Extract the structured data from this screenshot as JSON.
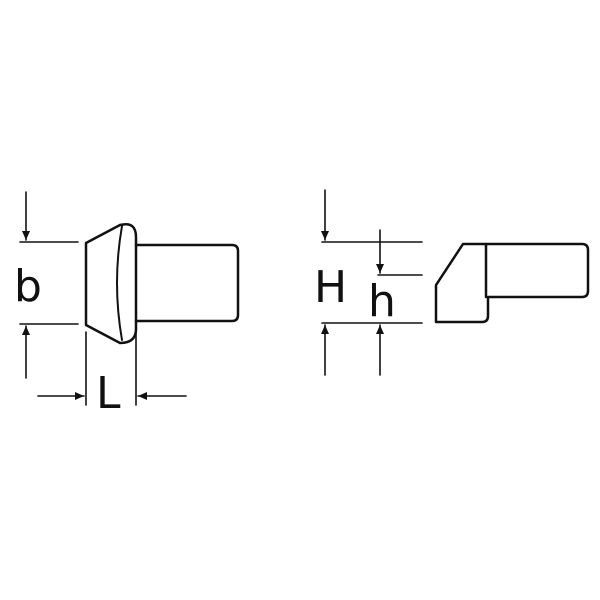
{
  "left_view": {
    "labels": {
      "width": "b",
      "length": "L"
    }
  },
  "right_view": {
    "labels": {
      "total_height": "H",
      "head_height": "h"
    }
  },
  "colors": {
    "line": "#111111",
    "background": "#ffffff"
  }
}
